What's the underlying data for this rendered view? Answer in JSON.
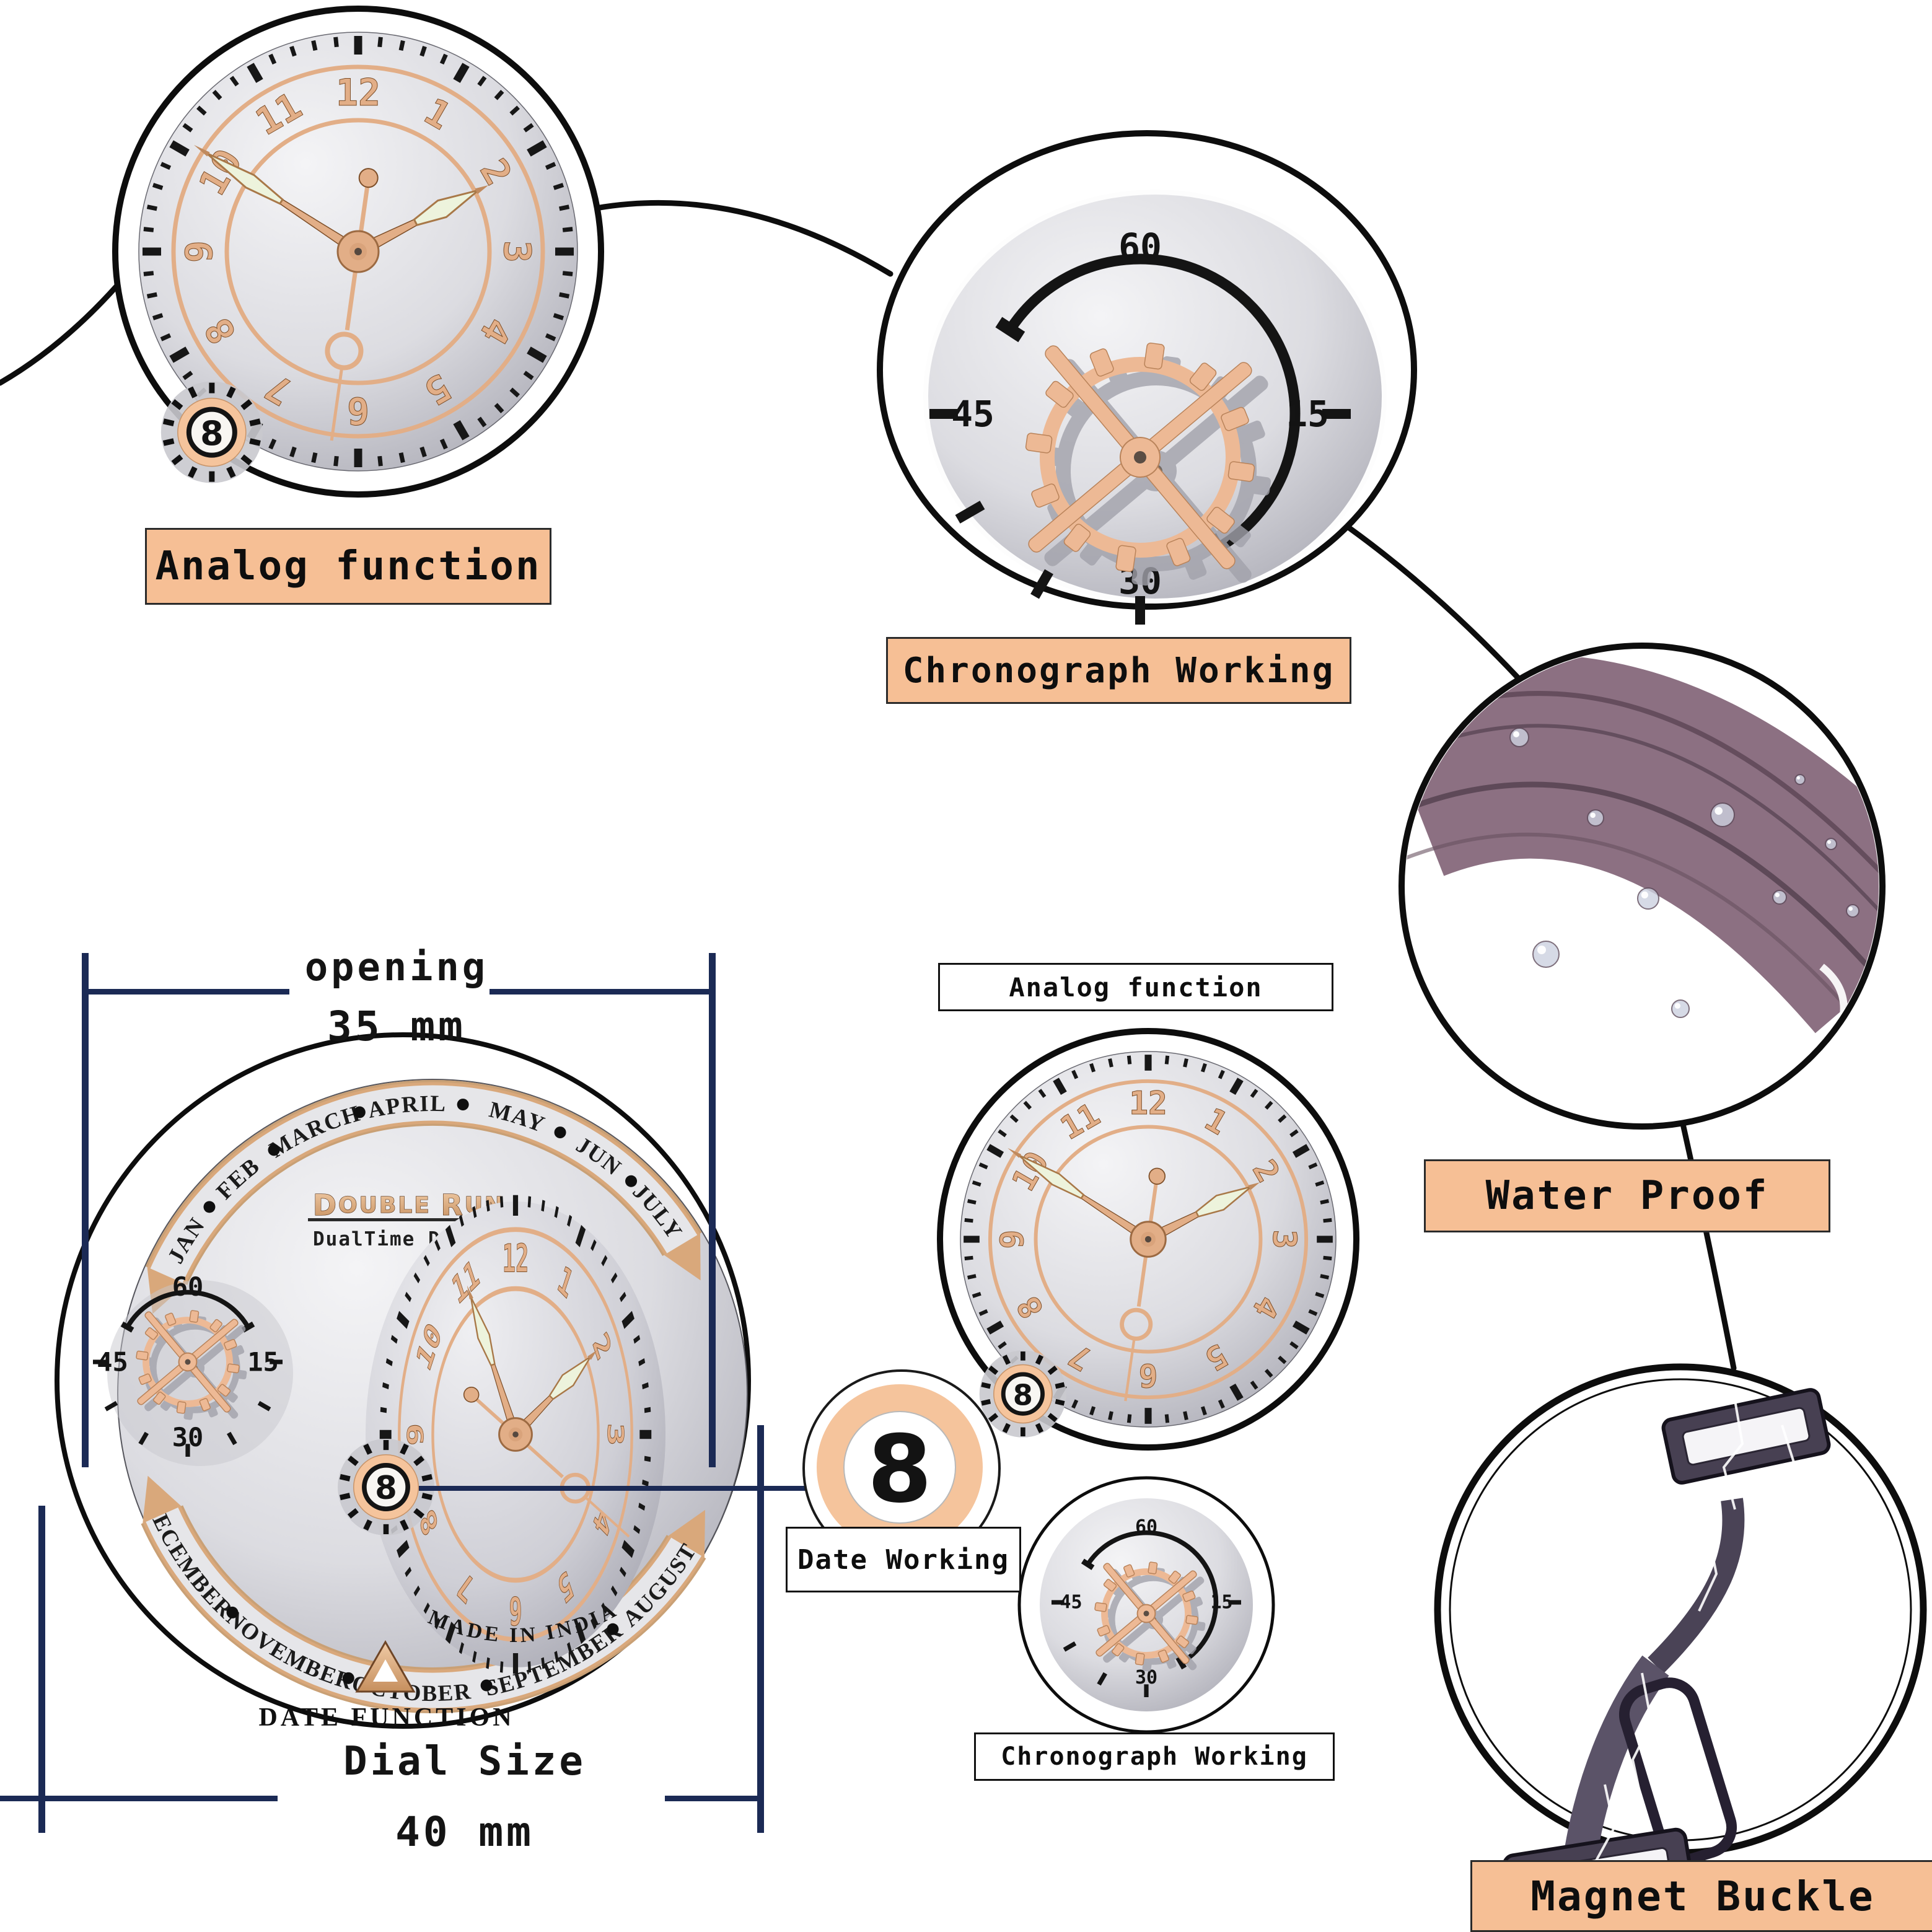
{
  "callouts": {
    "analog_function": "Analog function",
    "chronograph_working": "Chronograph Working",
    "water_proof": "Water Proof",
    "magnet_buckle": "Magnet Buckle",
    "analog_function_small": "Analog function",
    "date_working": "Date Working",
    "chronograph_working_small": "Chronograph Working"
  },
  "dimensions": {
    "opening_label": "opening",
    "opening_value": "35 mm",
    "dial_size_label": "Dial Size",
    "dial_size_value": "40 mm"
  },
  "dial": {
    "brand": "DOUBLE RUN",
    "brand_big_letters": [
      "D",
      "R"
    ],
    "brand_rest": [
      "OUBLE ",
      "UN"
    ],
    "tagline": "DualTime Design",
    "origin_text": "MADE IN INDIA",
    "date_caption": "DATE FUNCTION",
    "months_top": [
      "JAN",
      "FEB",
      "MARCH",
      "APRIL",
      "MAY",
      "JUN",
      "JULY"
    ],
    "months_bottom": [
      "DECEMBER",
      "NOVEMBER",
      "OCTOBER",
      "SEPTEMBER",
      "AUGUST"
    ],
    "hour_numerals": [
      "12",
      "1",
      "2",
      "3",
      "4",
      "5",
      "6",
      "7",
      "8",
      "9",
      "10",
      "11"
    ],
    "chrono_numerals": [
      "60",
      "15",
      "30",
      "45"
    ],
    "date_value": "8"
  },
  "colors": {
    "peach_label": "#f6bf95",
    "navy_dimension": "#1b2a55",
    "rose_gold": "#e2ae87",
    "strap_mauve": "#8c7082",
    "buckle_dark": "#474052",
    "line_black": "#0d0d0d",
    "lume": "#edf3dc"
  }
}
